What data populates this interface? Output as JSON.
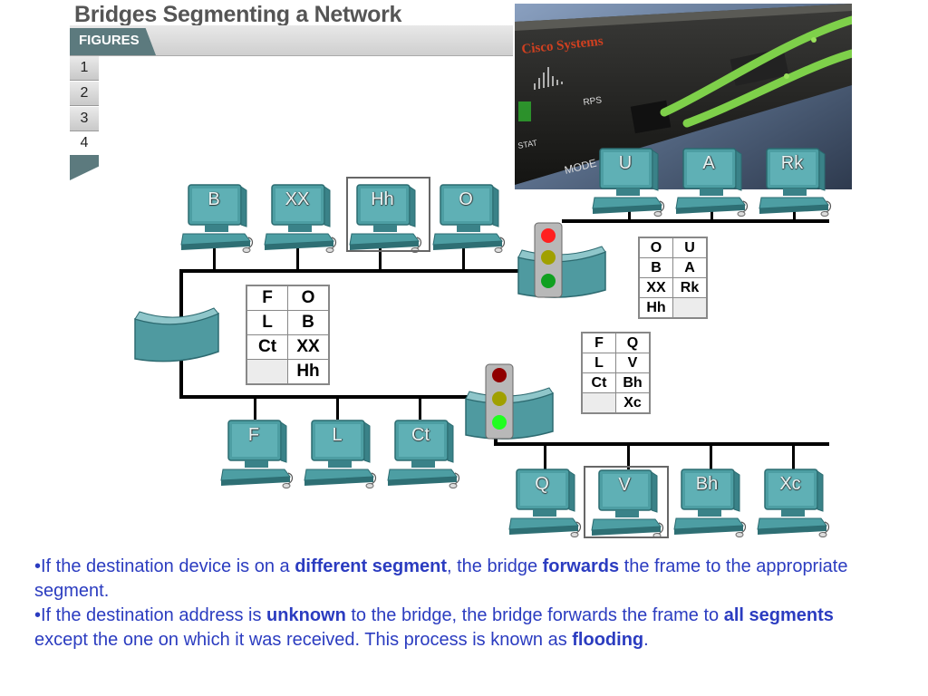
{
  "title": "Bridges Segmenting a Network",
  "figures": {
    "tab_label": "FIGURES",
    "items": [
      "1",
      "2",
      "3",
      "4"
    ],
    "active": "4"
  },
  "photo": {
    "brand_text": "Cisco Systems",
    "rps_label": "RPS",
    "stat_label": "STAT",
    "mode_label": "MODE"
  },
  "computers": {
    "top_left": [
      "B",
      "XX",
      "Hh",
      "O"
    ],
    "top_right": [
      "U",
      "A",
      "Rk"
    ],
    "mid": [
      "F",
      "L",
      "Ct"
    ],
    "bottom": [
      "Q",
      "V",
      "Bh",
      "Xc"
    ]
  },
  "tables": {
    "center": [
      [
        "F",
        "O"
      ],
      [
        "L",
        "B"
      ],
      [
        "Ct",
        "XX"
      ],
      [
        "",
        "Hh"
      ]
    ],
    "upper_right": [
      [
        "O",
        "U"
      ],
      [
        "B",
        "A"
      ],
      [
        "XX",
        "Rk"
      ],
      [
        "Hh",
        ""
      ]
    ],
    "lower_right": [
      [
        "F",
        "Q"
      ],
      [
        "L",
        "V"
      ],
      [
        "Ct",
        "Bh"
      ],
      [
        "",
        "Xc"
      ]
    ]
  },
  "bullets": {
    "b1": {
      "pre": "•If the destination device is on a ",
      "bold1": "different segment",
      "mid": ", the bridge ",
      "bold2": "forwards",
      "post": " the frame to the appropriate segment."
    },
    "b2": {
      "pre": "•If the destination address is ",
      "bold1": "unknown",
      "mid": " to the bridge, the bridge forwards the frame to ",
      "bold2": "all segments",
      "mid2": " except the one on which it was received. This process is known as ",
      "bold3": "flooding",
      "post": "."
    }
  },
  "colors": {
    "bullet_text": "#2b3cc0",
    "device_teal": "#4d9ea3",
    "tab": "#5c7a7e",
    "light_red": "#ff2020",
    "light_yellow": "#a0a000",
    "light_green": "#10a020",
    "light_green_active": "#20ff20"
  }
}
